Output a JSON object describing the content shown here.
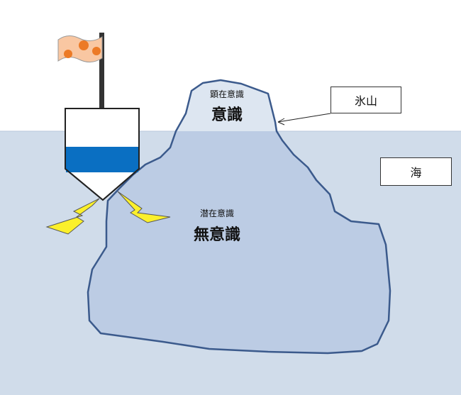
{
  "iceberg": {
    "top_small": "顕在意識",
    "top_big": "意識",
    "bottom_small": "潜在意識",
    "bottom_big": "無意識"
  },
  "callouts": {
    "iceberg_label": "氷山",
    "sea_label": "海"
  },
  "colors": {
    "sea": "#d0dcea",
    "iceberg_above": "#dde6f1",
    "iceberg_below": "#bccce4",
    "outline": "#3b5a8c",
    "boat_stripe": "#0a6fc2",
    "flag": "#f9c7a2",
    "flag_star": "#ec7a26",
    "lightning": "#fbf02b"
  }
}
